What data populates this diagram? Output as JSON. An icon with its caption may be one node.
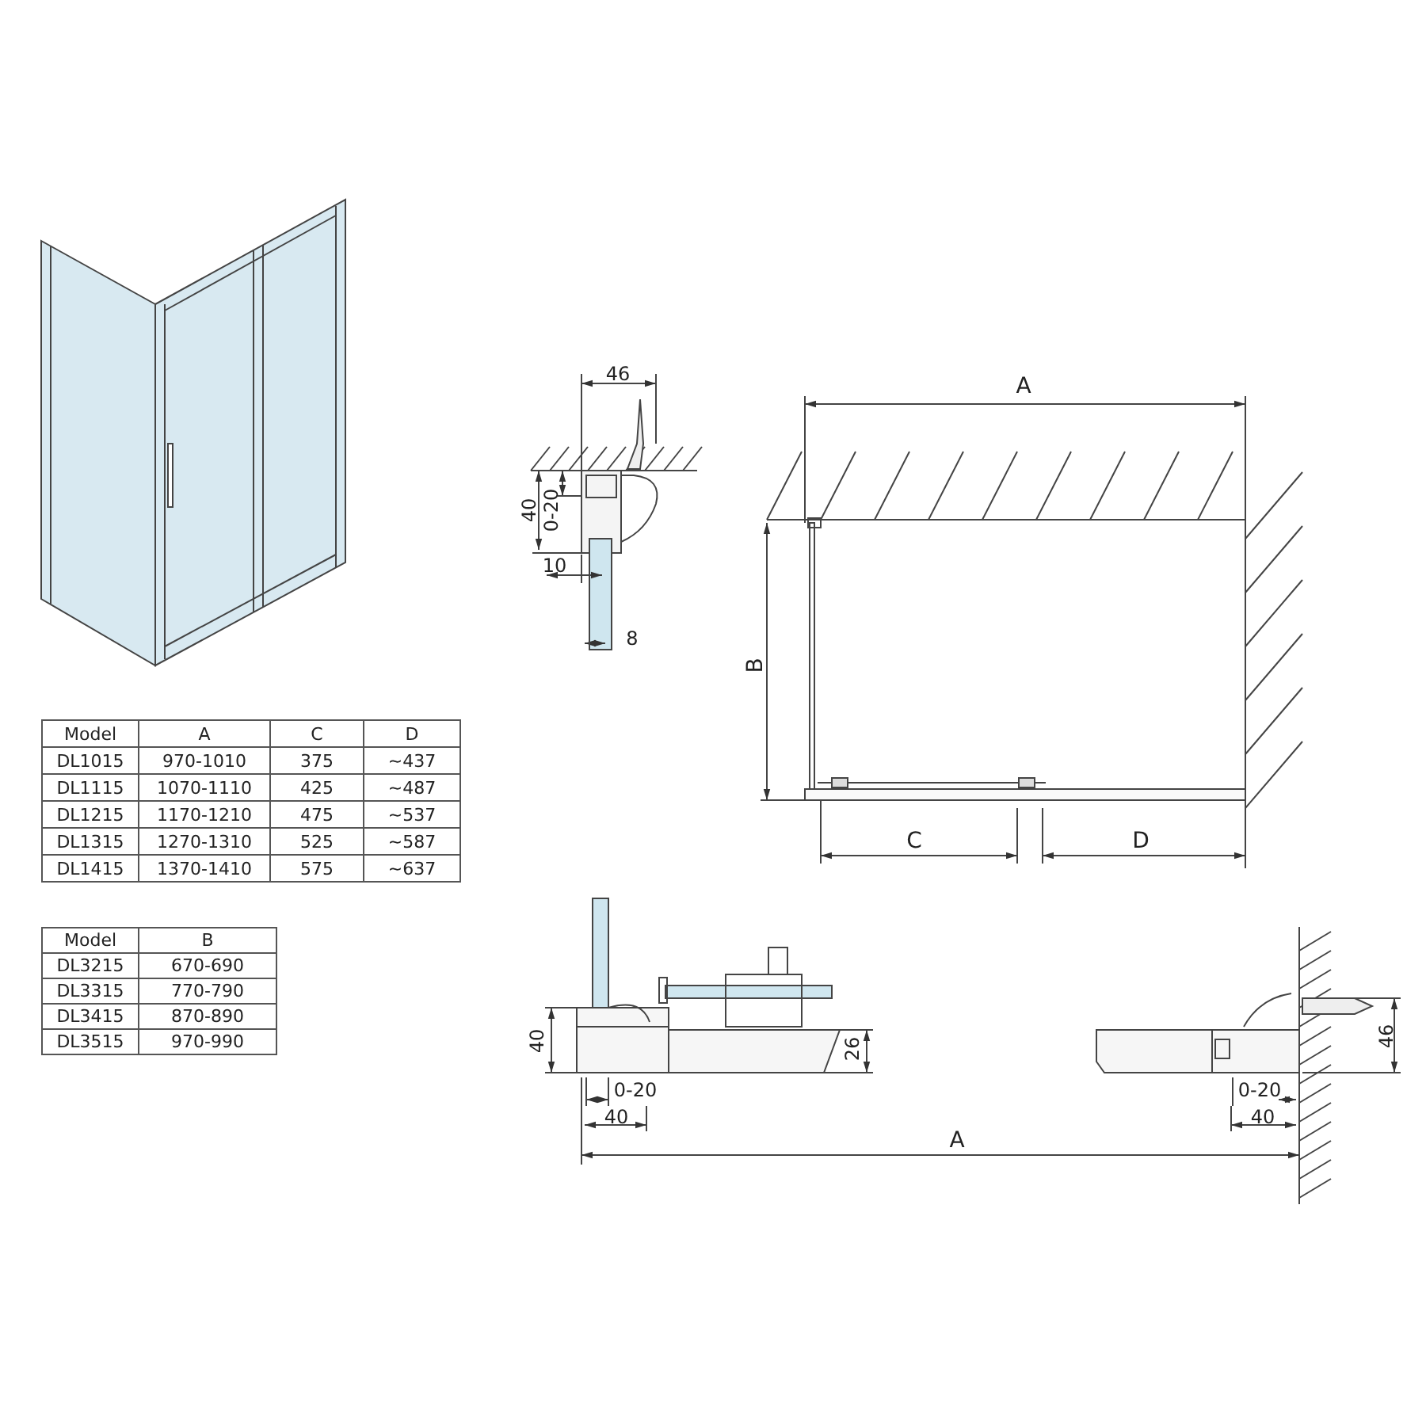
{
  "diagram": {
    "labels": [
      "Model",
      "A",
      "C",
      "D",
      "DL1015",
      "970-1010",
      "375",
      "~437",
      "DL1115",
      "1070-1110",
      "425",
      "~487",
      "DL1215",
      "1170-1210",
      "475",
      "~537",
      "DL1315",
      "1270-1310",
      "525",
      "~587",
      "DL1415",
      "1370-1410",
      "575",
      "~637",
      "Model",
      "B",
      "DL3215",
      "670-690",
      "DL3315",
      "770-790",
      "DL3415",
      "870-890",
      "DL3515",
      "970-990",
      "46",
      "40",
      "0-20",
      "10",
      "8",
      "A",
      "B",
      "C",
      "D",
      "40",
      "0-20",
      "40",
      "26",
      "A",
      "46",
      "0-20",
      "40"
    ]
  }
}
